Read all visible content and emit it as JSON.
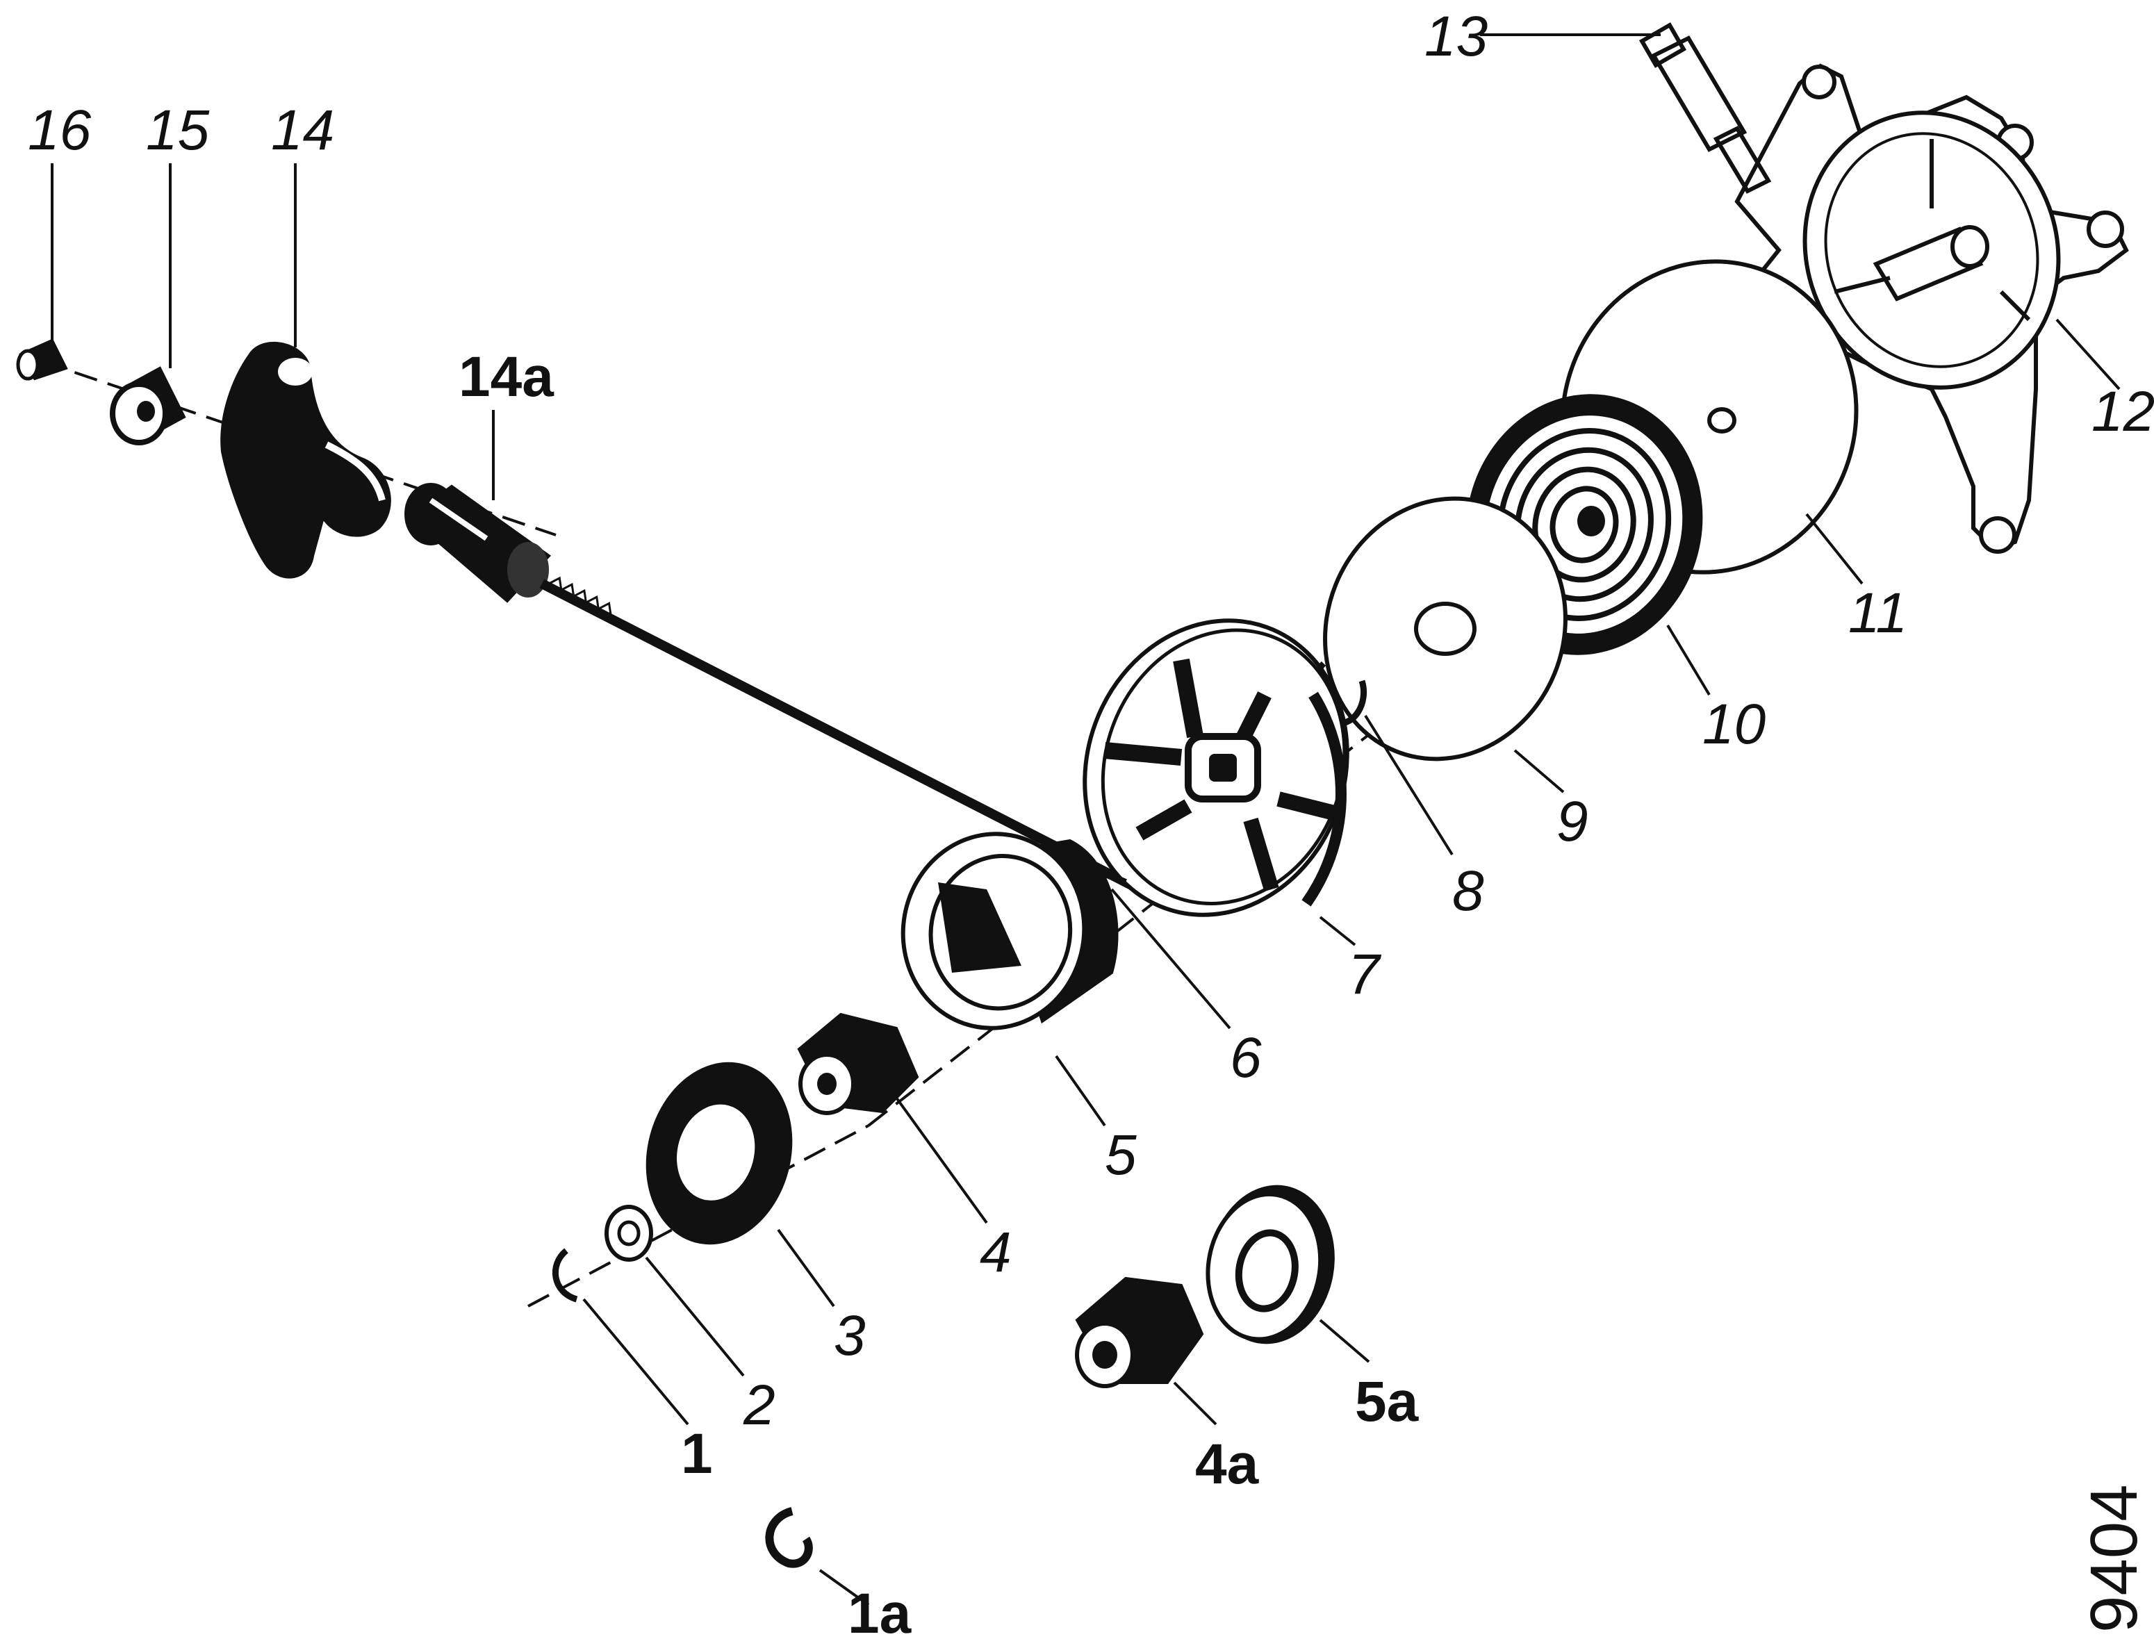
{
  "diagram": {
    "figure_number": "9404",
    "parts": [
      {
        "id": "p1",
        "label": "1"
      },
      {
        "id": "p1a",
        "label": "1a"
      },
      {
        "id": "p2",
        "label": "2"
      },
      {
        "id": "p3",
        "label": "3"
      },
      {
        "id": "p4",
        "label": "4"
      },
      {
        "id": "p4a",
        "label": "4a"
      },
      {
        "id": "p5",
        "label": "5"
      },
      {
        "id": "p5a",
        "label": "5a"
      },
      {
        "id": "p6",
        "label": "6"
      },
      {
        "id": "p7",
        "label": "7"
      },
      {
        "id": "p8",
        "label": "8"
      },
      {
        "id": "p9",
        "label": "9"
      },
      {
        "id": "p10",
        "label": "10"
      },
      {
        "id": "p11",
        "label": "11"
      },
      {
        "id": "p12",
        "label": "12"
      },
      {
        "id": "p13",
        "label": "13"
      },
      {
        "id": "p14",
        "label": "14"
      },
      {
        "id": "p14a",
        "label": "14a"
      },
      {
        "id": "p15",
        "label": "15"
      },
      {
        "id": "p16",
        "label": "16"
      }
    ]
  }
}
